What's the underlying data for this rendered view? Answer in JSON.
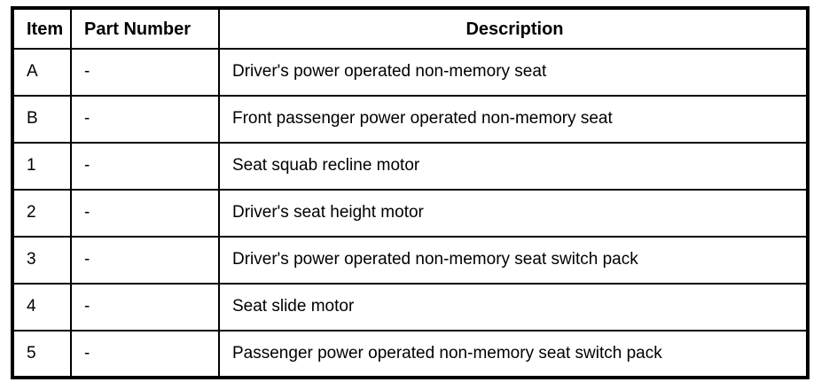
{
  "table": {
    "headers": [
      "Item",
      "Part Number",
      "Description"
    ],
    "rows": [
      {
        "item": "A",
        "part_number": "-",
        "description": "Driver's power operated non-memory seat"
      },
      {
        "item": "B",
        "part_number": "-",
        "description": "Front passenger power operated non-memory seat"
      },
      {
        "item": "1",
        "part_number": "-",
        "description": "Seat squab recline motor"
      },
      {
        "item": "2",
        "part_number": "-",
        "description": "Driver's seat height motor"
      },
      {
        "item": "3",
        "part_number": "-",
        "description": "Driver's power operated non-memory seat switch pack"
      },
      {
        "item": "4",
        "part_number": "-",
        "description": "Seat slide motor"
      },
      {
        "item": "5",
        "part_number": "-",
        "description": "Passenger power operated non-memory seat switch pack"
      }
    ],
    "colors": {
      "border": "#000000",
      "background": "#ffffff",
      "text": "#000000"
    }
  }
}
